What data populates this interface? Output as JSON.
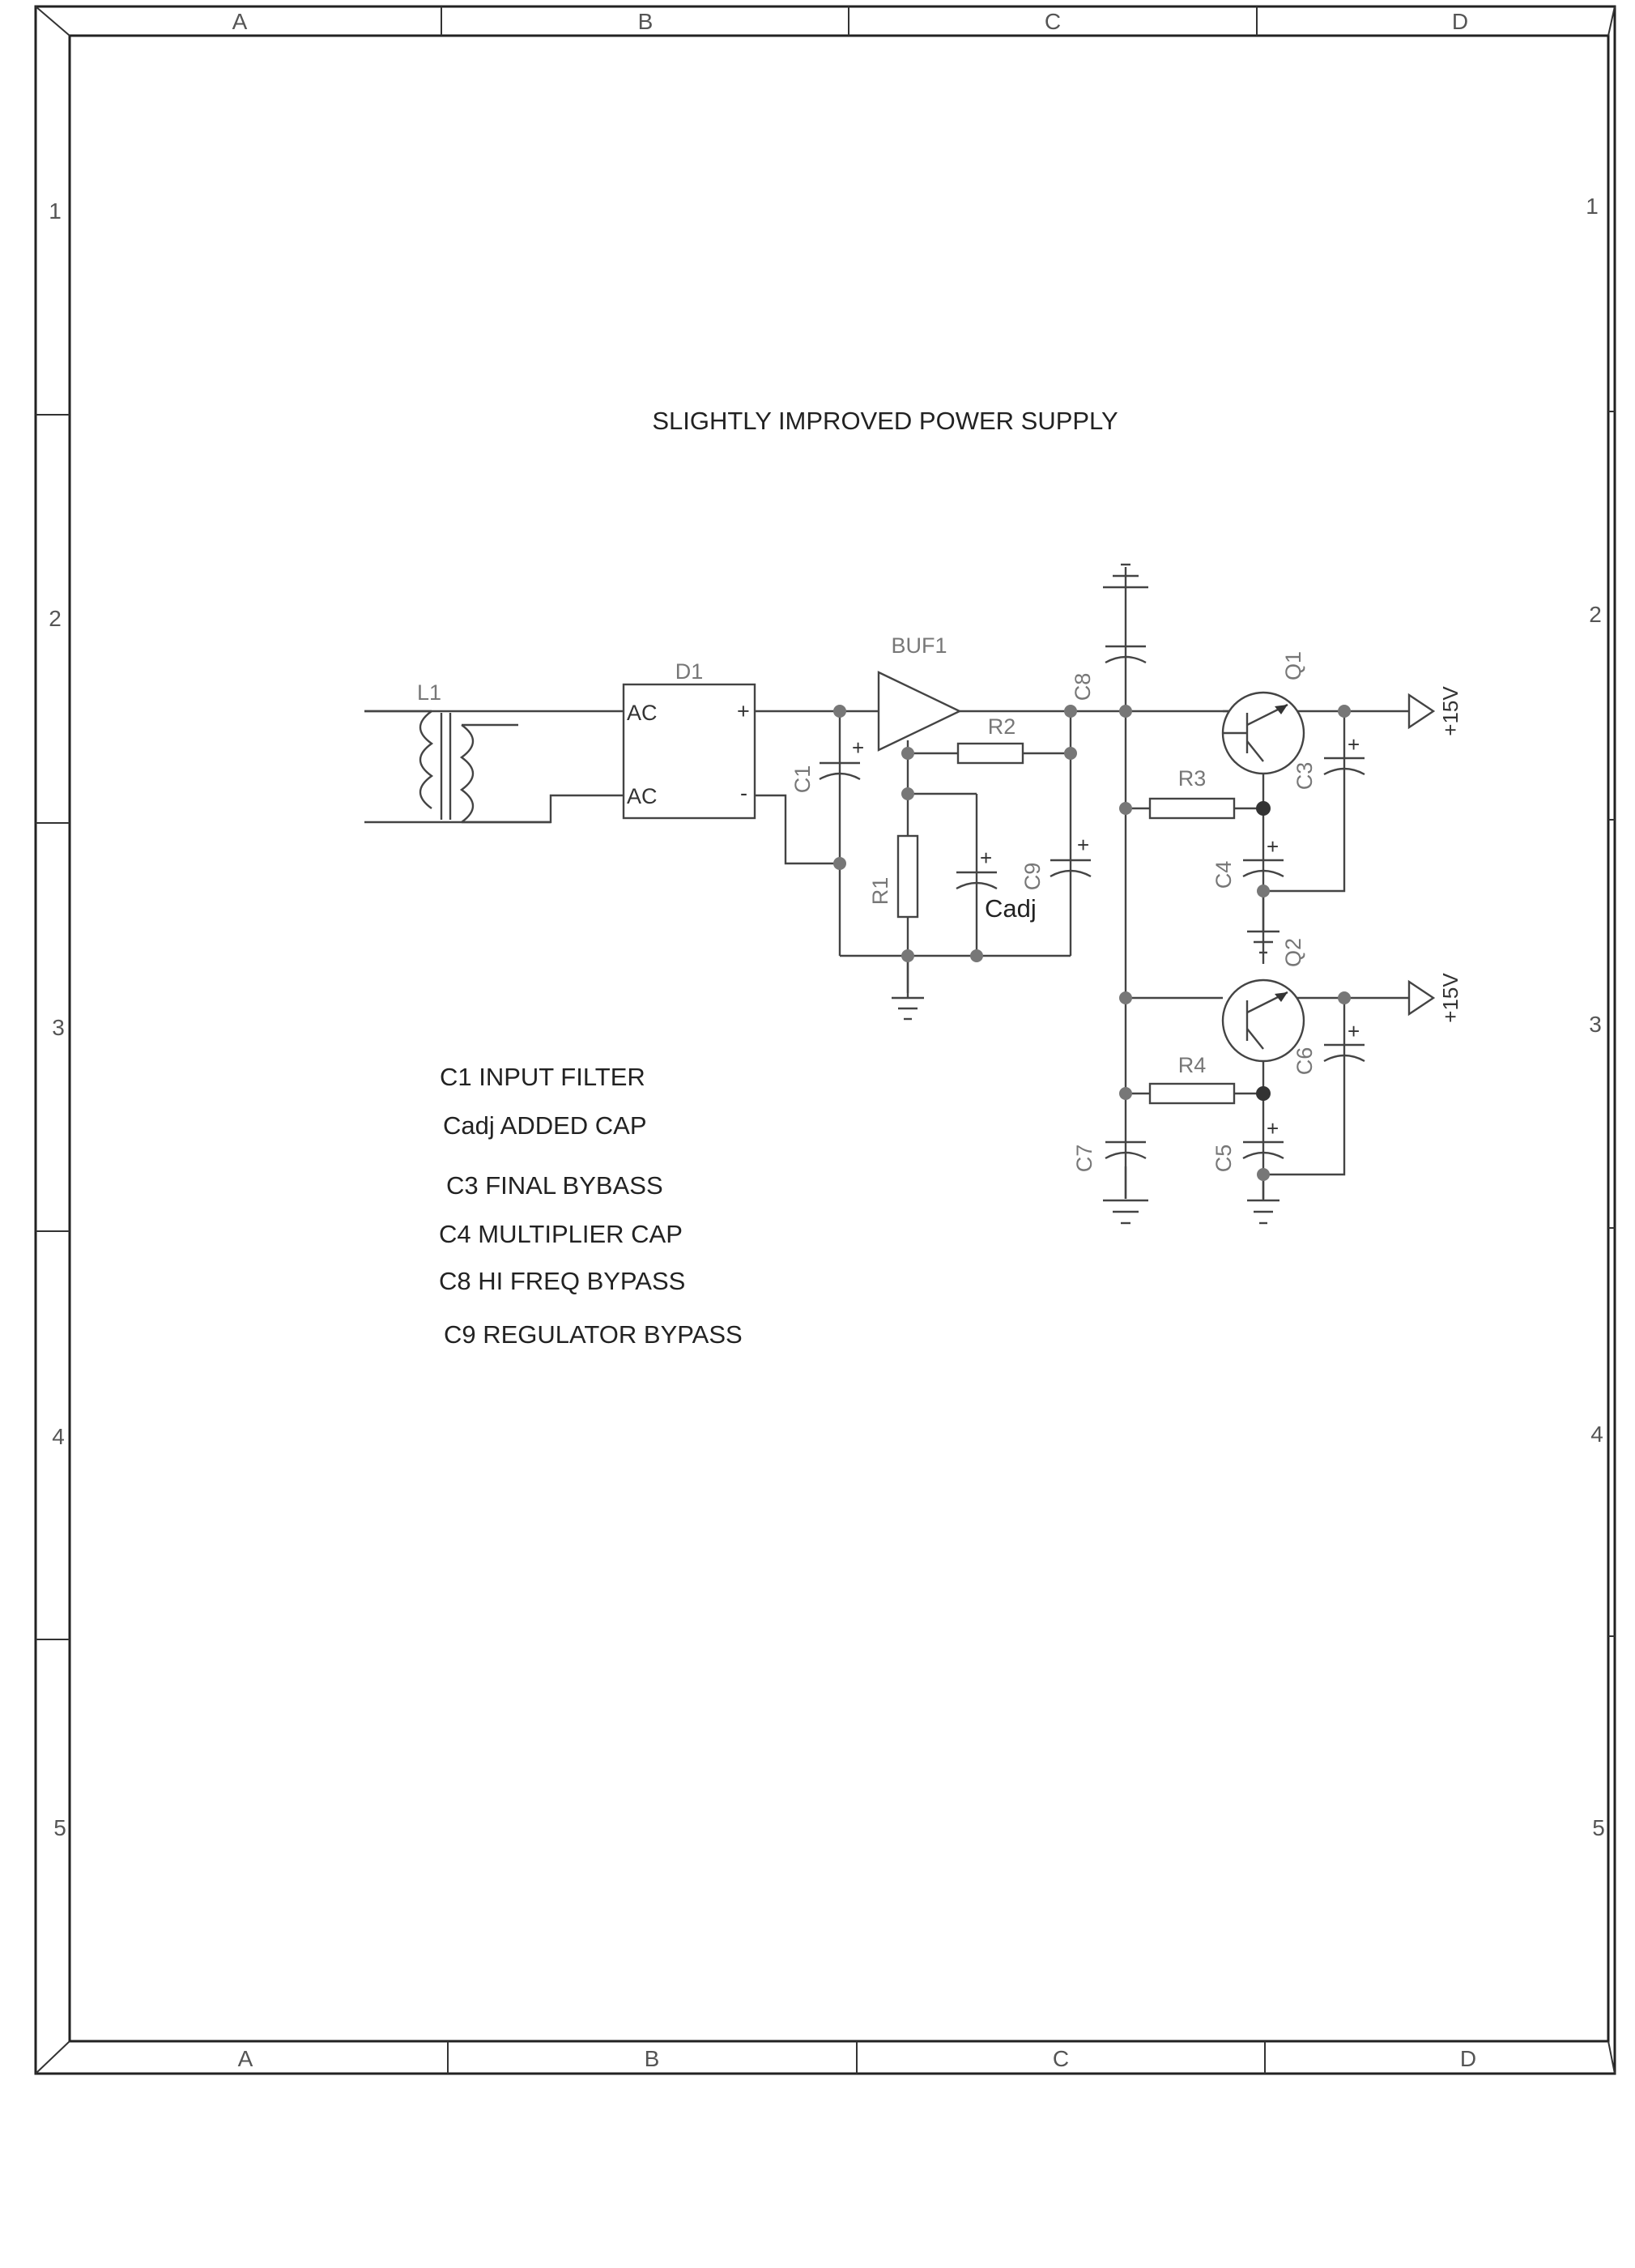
{
  "sheet": {
    "title": "SLIGHTLY IMPROVED POWER SUPPLY",
    "columns": [
      "A",
      "B",
      "C",
      "D"
    ],
    "rows": [
      "1",
      "2",
      "3",
      "4",
      "5"
    ]
  },
  "components": {
    "l1": "L1",
    "d1": "D1",
    "d1_ac_top": "AC",
    "d1_ac_bottom": "AC",
    "d1_plus": "+",
    "d1_minus": "-",
    "buf1": "BUF1",
    "r1": "R1",
    "r2": "R2",
    "r3": "R3",
    "r4": "R4",
    "c1": "C1",
    "c3": "C3",
    "c4": "C4",
    "c5": "C5",
    "c6": "C6",
    "c7": "C7",
    "c8": "C8",
    "c9": "C9",
    "cadj": "Cadj",
    "q1": "Q1",
    "q2": "Q2",
    "out1": "+15V",
    "out2": "+15V",
    "plus": "+"
  },
  "notes": [
    "C1  INPUT FILTER",
    "Cadj ADDED CAP",
    "C3 FINAL BYBASS",
    "C4 MULTIPLIER CAP",
    "C8 HI FREQ BYPASS",
    "C9 REGULATOR BYPASS"
  ]
}
